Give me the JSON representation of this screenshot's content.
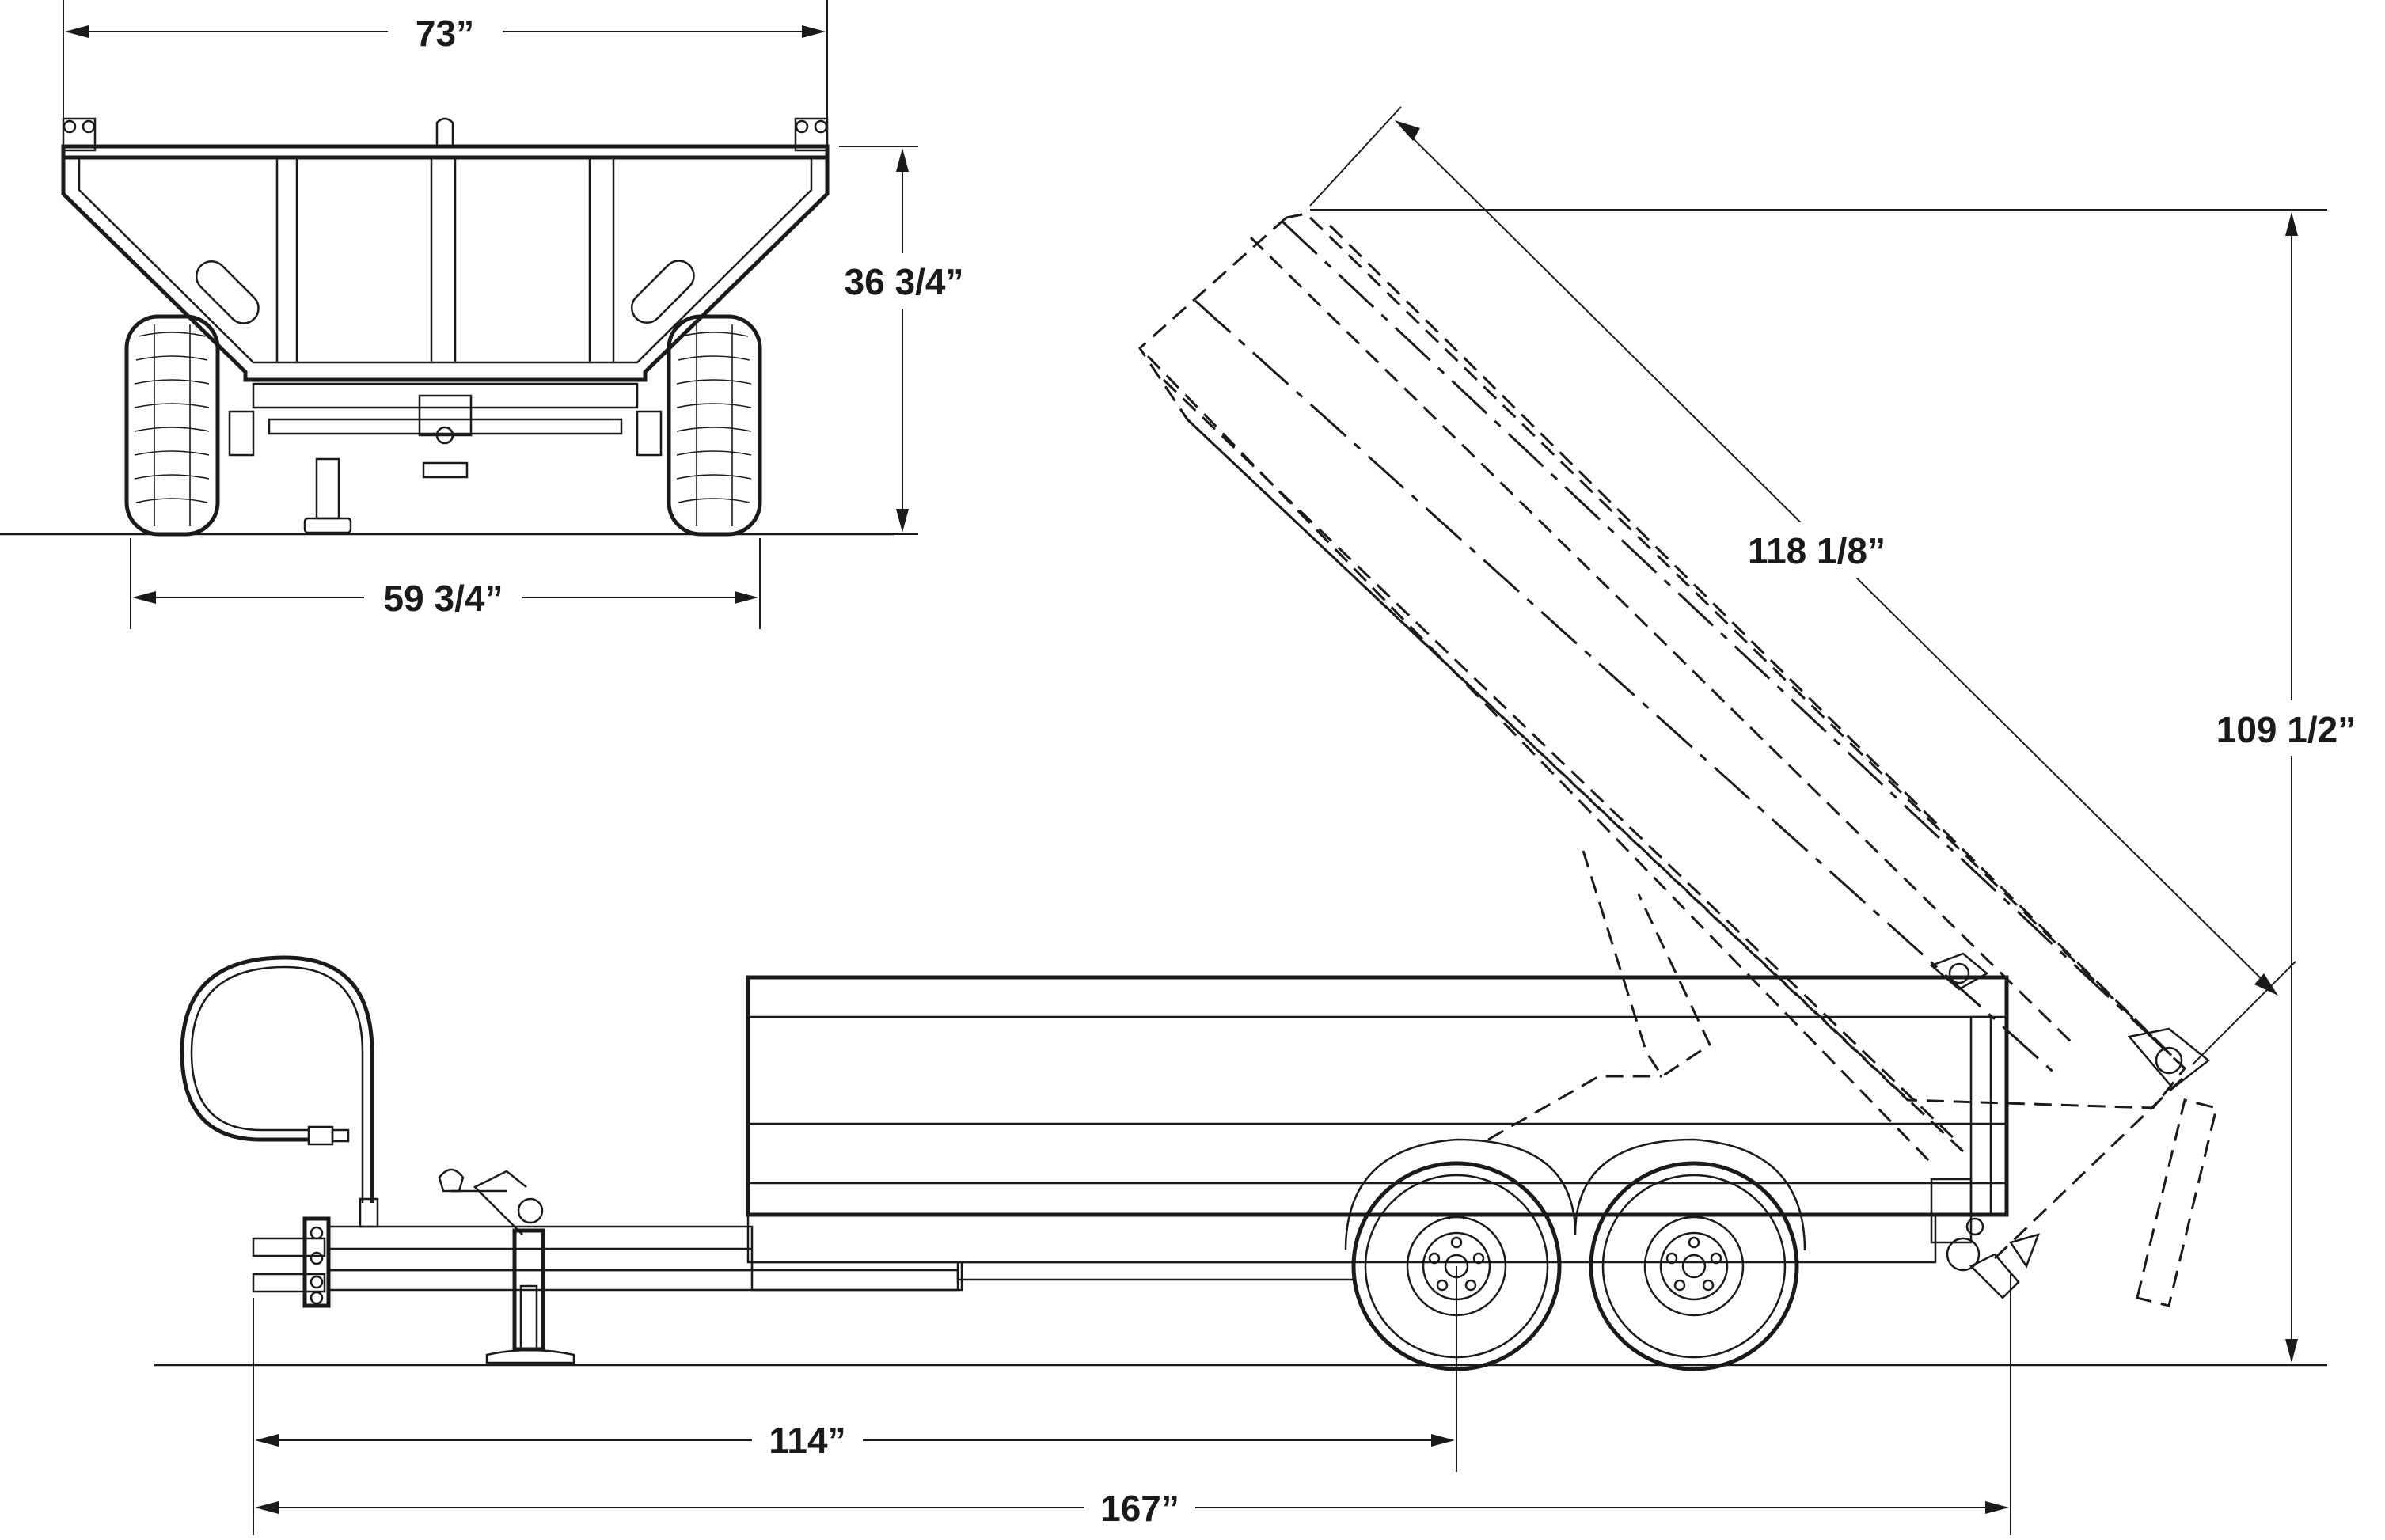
{
  "dimensions": {
    "overall_width": "73”",
    "box_height": "36 3/4”",
    "track_width": "59 3/4”",
    "raised_box_length": "118 1/8”",
    "raised_height": "109 1/2”",
    "hitch_to_axle": "114”",
    "overall_length": "167”"
  },
  "views": {
    "front": "rear elevation of dump trailer",
    "side": "side elevation of dump trailer with box raised"
  },
  "colors": {
    "line": "#1a1a1a",
    "background": "#ffffff"
  }
}
